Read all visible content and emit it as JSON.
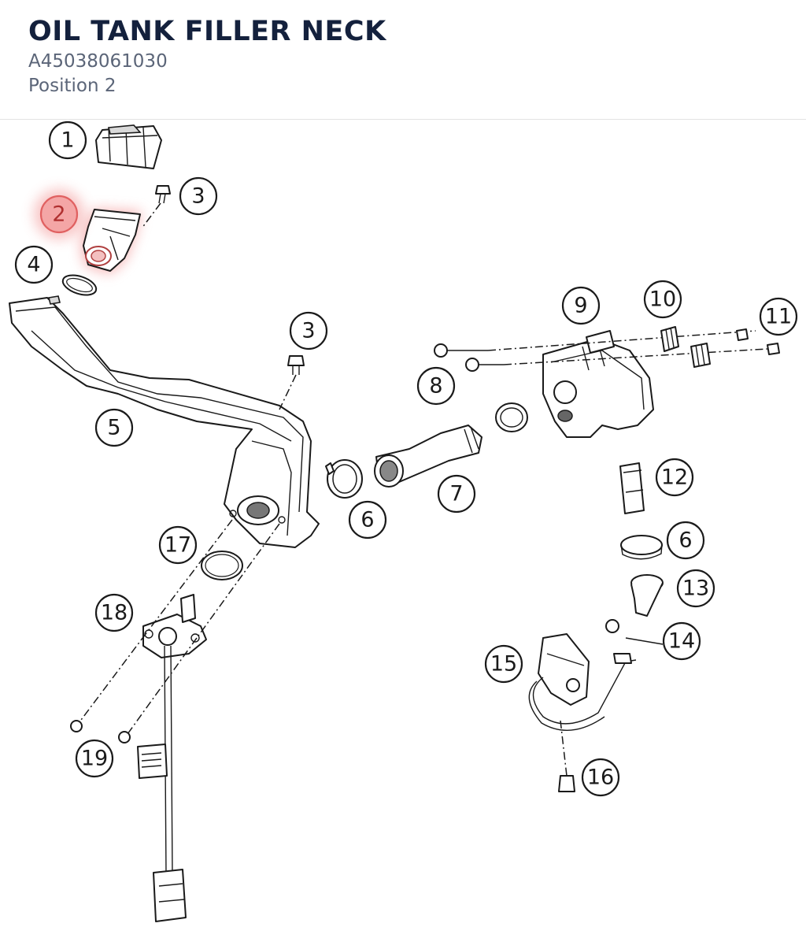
{
  "header": {
    "title": "OIL TANK FILLER NECK",
    "part_number": "A45038061030",
    "position": "Position 2"
  },
  "diagram": {
    "highlight_color": "#f4a6a6",
    "callouts": [
      {
        "id": "c1",
        "label": "1"
      },
      {
        "id": "c2",
        "label": "2",
        "highlighted": true
      },
      {
        "id": "c3a",
        "label": "3"
      },
      {
        "id": "c4",
        "label": "4"
      },
      {
        "id": "c3b",
        "label": "3"
      },
      {
        "id": "c5",
        "label": "5"
      },
      {
        "id": "c6a",
        "label": "6"
      },
      {
        "id": "c7",
        "label": "7"
      },
      {
        "id": "c8",
        "label": "8"
      },
      {
        "id": "c9",
        "label": "9"
      },
      {
        "id": "c10",
        "label": "10"
      },
      {
        "id": "c11",
        "label": "11"
      },
      {
        "id": "c12",
        "label": "12"
      },
      {
        "id": "c6b",
        "label": "6"
      },
      {
        "id": "c13",
        "label": "13"
      },
      {
        "id": "c14",
        "label": "14"
      },
      {
        "id": "c15",
        "label": "15"
      },
      {
        "id": "c16",
        "label": "16"
      },
      {
        "id": "c17",
        "label": "17"
      },
      {
        "id": "c18",
        "label": "18"
      },
      {
        "id": "c19",
        "label": "19"
      }
    ]
  }
}
